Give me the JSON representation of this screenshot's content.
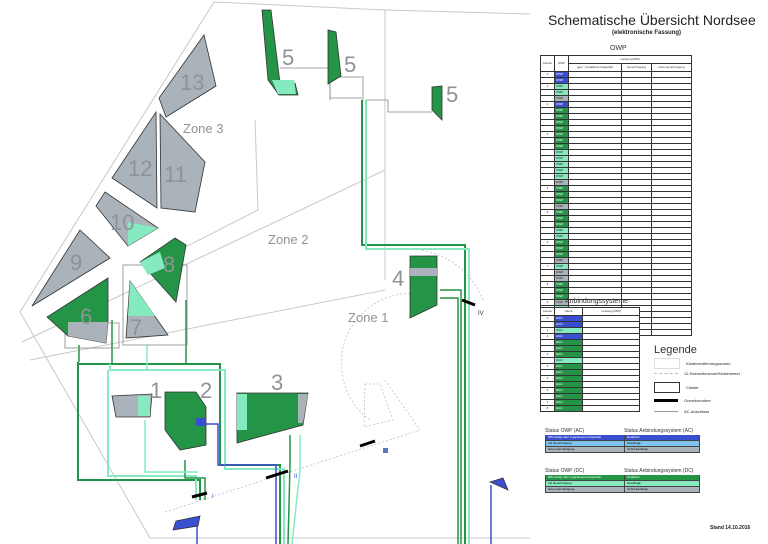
{
  "header": {
    "title": "Schematische Übersicht Nordsee",
    "subtitle": "(elektronische Fassung)"
  },
  "map": {
    "zones": [
      "Zone 1",
      "Zone 2",
      "Zone 3"
    ],
    "clusters": [
      "1",
      "2",
      "3",
      "4",
      "5",
      "5",
      "5",
      "6",
      "7",
      "8",
      "9",
      "10",
      "11",
      "12",
      "13"
    ],
    "border_corridors": [
      "I",
      "II",
      "IV"
    ]
  },
  "owp_table": {
    "title": "OWP",
    "headers": {
      "cluster": "Cluster",
      "owp": "OWP",
      "leistung": "Leistung [MW]",
      "col1": "gepl. / installierte Kapazität",
      "col2": "Genehmigung",
      "col3": "ohne Genehmigung"
    },
    "rows": [
      {
        "cluster": "0",
        "name": "OWP",
        "status": "ac1",
        "v": [
          "",
          "",
          ""
        ]
      },
      {
        "cluster": "",
        "name": "OWP",
        "status": "ac1",
        "v": [
          "",
          "",
          ""
        ]
      },
      {
        "cluster": "1",
        "name": "OWP",
        "status": "dc2",
        "v": [
          "",
          "",
          ""
        ]
      },
      {
        "cluster": "",
        "name": "OWP",
        "status": "dc2",
        "v": [
          "",
          "",
          ""
        ]
      },
      {
        "cluster": "",
        "name": "OWP",
        "status": "gr",
        "v": [
          "",
          "",
          ""
        ]
      },
      {
        "cluster": "2",
        "name": "OWP",
        "status": "ac1",
        "v": [
          "",
          "",
          ""
        ]
      },
      {
        "cluster": "",
        "name": "OWP",
        "status": "dc1",
        "v": [
          "",
          "",
          ""
        ]
      },
      {
        "cluster": "",
        "name": "OWP",
        "status": "dc1",
        "v": [
          "",
          "",
          ""
        ]
      },
      {
        "cluster": "",
        "name": "OWP",
        "status": "dc1",
        "v": [
          "",
          "",
          ""
        ]
      },
      {
        "cluster": "",
        "name": "OWP",
        "status": "dc1",
        "v": [
          "",
          "",
          ""
        ]
      },
      {
        "cluster": "3",
        "name": "OWP",
        "status": "dc1",
        "v": [
          "",
          "",
          ""
        ]
      },
      {
        "cluster": "",
        "name": "OWP",
        "status": "dc1",
        "v": [
          "",
          "",
          ""
        ]
      },
      {
        "cluster": "",
        "name": "OWP",
        "status": "dc1",
        "v": [
          "",
          "",
          ""
        ]
      },
      {
        "cluster": "",
        "name": "OWP",
        "status": "dc2",
        "v": [
          "",
          "",
          ""
        ]
      },
      {
        "cluster": "",
        "name": "OWP",
        "status": "dc2",
        "v": [
          "",
          "",
          ""
        ]
      },
      {
        "cluster": "",
        "name": "OWP",
        "status": "dc2",
        "v": [
          "",
          "",
          ""
        ]
      },
      {
        "cluster": "",
        "name": "OWP",
        "status": "dc2",
        "v": [
          "",
          "",
          ""
        ]
      },
      {
        "cluster": "",
        "name": "OWP",
        "status": "dc2",
        "v": [
          "",
          "",
          ""
        ]
      },
      {
        "cluster": "",
        "name": "OWP",
        "status": "gr",
        "v": [
          "",
          "",
          ""
        ]
      },
      {
        "cluster": "4",
        "name": "OWP",
        "status": "dc1",
        "v": [
          "",
          "",
          ""
        ]
      },
      {
        "cluster": "",
        "name": "OWP",
        "status": "dc1",
        "v": [
          "",
          "",
          ""
        ]
      },
      {
        "cluster": "",
        "name": "OWP",
        "status": "dc1",
        "v": [
          "",
          "",
          ""
        ]
      },
      {
        "cluster": "",
        "name": "OWP",
        "status": "gr",
        "v": [
          "",
          "",
          ""
        ]
      },
      {
        "cluster": "5",
        "name": "OWP",
        "status": "dc1",
        "v": [
          "",
          "",
          ""
        ]
      },
      {
        "cluster": "",
        "name": "OWP",
        "status": "dc1",
        "v": [
          "",
          "",
          ""
        ]
      },
      {
        "cluster": "",
        "name": "OWP",
        "status": "dc1",
        "v": [
          "",
          "",
          ""
        ]
      },
      {
        "cluster": "",
        "name": "OWP",
        "status": "dc2",
        "v": [
          "",
          "",
          ""
        ]
      },
      {
        "cluster": "",
        "name": "OWP",
        "status": "dc2",
        "v": [
          "",
          "",
          ""
        ]
      },
      {
        "cluster": "6",
        "name": "OWP",
        "status": "dc1",
        "v": [
          "",
          "",
          ""
        ]
      },
      {
        "cluster": "",
        "name": "OWP",
        "status": "dc1",
        "v": [
          "",
          "",
          ""
        ]
      },
      {
        "cluster": "",
        "name": "OWP",
        "status": "dc1",
        "v": [
          "",
          "",
          ""
        ]
      },
      {
        "cluster": "",
        "name": "OWP",
        "status": "gr",
        "v": [
          "",
          "",
          ""
        ]
      },
      {
        "cluster": "7",
        "name": "OWP",
        "status": "dc2",
        "v": [
          "",
          "",
          ""
        ]
      },
      {
        "cluster": "",
        "name": "OWP",
        "status": "gr",
        "v": [
          "",
          "",
          ""
        ]
      },
      {
        "cluster": "",
        "name": "OWP",
        "status": "gr",
        "v": [
          "",
          "",
          ""
        ]
      },
      {
        "cluster": "8",
        "name": "OWP",
        "status": "dc1",
        "v": [
          "",
          "",
          ""
        ]
      },
      {
        "cluster": "",
        "name": "OWP",
        "status": "dc1",
        "v": [
          "",
          "",
          ""
        ]
      },
      {
        "cluster": "",
        "name": "OWP",
        "status": "dc1",
        "v": [
          "",
          "",
          ""
        ]
      },
      {
        "cluster": "9",
        "name": "OWP",
        "status": "gr",
        "v": [
          "",
          "",
          ""
        ]
      },
      {
        "cluster": "10",
        "name": "OWP",
        "status": "dc2",
        "v": [
          "",
          "",
          ""
        ]
      },
      {
        "cluster": "",
        "name": "OWP",
        "status": "gr",
        "v": [
          "",
          "",
          ""
        ]
      },
      {
        "cluster": "11",
        "name": "OWP",
        "status": "gr",
        "v": [
          "",
          "",
          ""
        ]
      },
      {
        "cluster": "12",
        "name": "OWP",
        "status": "gr",
        "v": [
          "",
          "",
          ""
        ]
      },
      {
        "cluster": "13",
        "name": "OWP",
        "status": "gr",
        "v": [
          "",
          "",
          ""
        ]
      }
    ]
  },
  "anb_table": {
    "title": "Anbindungssysteme",
    "headers": {
      "cluster": "Cluster",
      "name": "Name",
      "leistung": "Leistung [MW]"
    },
    "rows": [
      {
        "cluster": "0",
        "name": "HGÜ",
        "status": "ac1"
      },
      {
        "cluster": "",
        "name": "HGÜ",
        "status": "ac1"
      },
      {
        "cluster": "1",
        "name": "HGÜ",
        "status": "dc2"
      },
      {
        "cluster": "2",
        "name": "HGÜ",
        "status": "ac1"
      },
      {
        "cluster": "",
        "name": "HGÜ",
        "status": "dc1"
      },
      {
        "cluster": "",
        "name": "HGÜ",
        "status": "dc1"
      },
      {
        "cluster": "3",
        "name": "HGÜ",
        "status": "dc1"
      },
      {
        "cluster": "",
        "name": "HGÜ",
        "status": "dc2"
      },
      {
        "cluster": "4",
        "name": "HGÜ",
        "status": "dc1"
      },
      {
        "cluster": "",
        "name": "HGÜ",
        "status": "dc1"
      },
      {
        "cluster": "5",
        "name": "HGÜ",
        "status": "dc1"
      },
      {
        "cluster": "",
        "name": "HGÜ",
        "status": "dc1"
      },
      {
        "cluster": "6",
        "name": "HGÜ",
        "status": "dc1"
      },
      {
        "cluster": "",
        "name": "HGÜ",
        "status": "dc1"
      },
      {
        "cluster": "7",
        "name": "HGÜ",
        "status": "dc1"
      },
      {
        "cluster": "8",
        "name": "HGÜ",
        "status": "dc1"
      }
    ]
  },
  "legend": {
    "title": "Legende",
    "items": [
      {
        "label": "Küstenentfernungszonen",
        "kind": "zone-box"
      },
      {
        "label": "12-Seemeilenzone/Küstenmeer",
        "kind": "dashed"
      },
      {
        "label": "Cluster",
        "kind": "cluster-box"
      },
      {
        "label": "Grenzkorridore",
        "kind": "thick"
      },
      {
        "label": "AC-Anschluss",
        "kind": "thin"
      }
    ]
  },
  "status": {
    "owp_ac": {
      "title": "Status OWP (AC)",
      "rows": [
        "IBN erfolgt oder zugewiesene Kapazität",
        "mit Genehmigung",
        "ohne Genehmigung"
      ]
    },
    "anb_ac": {
      "title": "Status Anbindungssystem (AC)",
      "rows": [
        "Realisiert",
        "beauftragt",
        "nicht beauftragt"
      ]
    },
    "owp_dc": {
      "title": "Status OWP (DC)",
      "rows": [
        "IBN erfolgt oder zugewiesene Kapazität",
        "mit Genehmigung",
        "ohne Genehmigung"
      ]
    },
    "anb_dc": {
      "title": "Status Anbindungssystem (DC)",
      "rows": [
        "Realisiert",
        "beauftragt",
        "nicht beauftragt"
      ]
    }
  },
  "colors": {
    "ac_done": "#3a4fd0",
    "ac_permit": "#7fc4ee",
    "dc_done": "#249447",
    "dc_permit": "#86eac0",
    "none": "#aab3b9"
  },
  "footer": {
    "stand": "Stand 14.10.2016"
  }
}
